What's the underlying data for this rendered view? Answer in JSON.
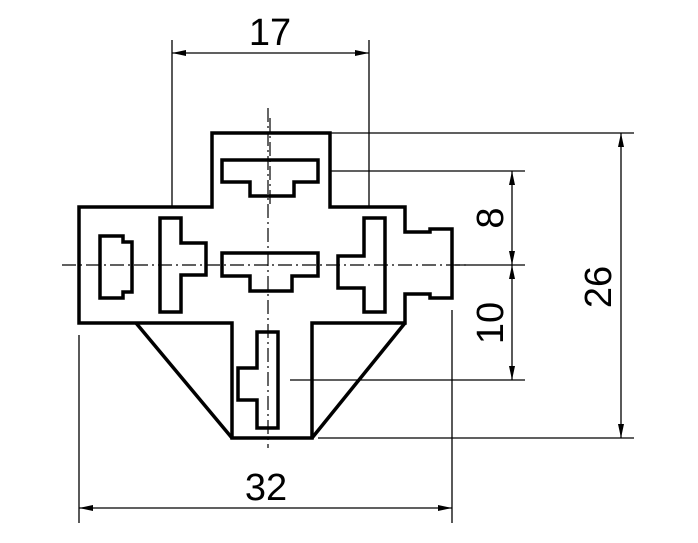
{
  "dimensions": {
    "top_width": "17",
    "total_width": "32",
    "upper_height": "8",
    "lower_height": "10",
    "total_height": "26"
  }
}
